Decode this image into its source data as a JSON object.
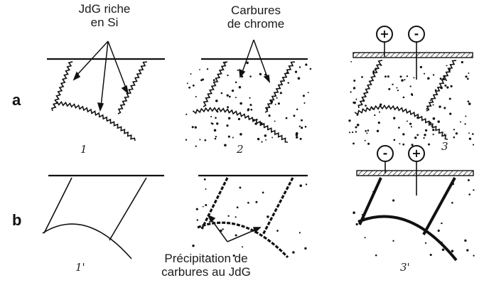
{
  "annotations": {
    "jdg_si": [
      "JdG riche",
      "en Si"
    ],
    "carbures_chrome": [
      "Carbures",
      "de chrome"
    ],
    "precipitation": [
      "Précipitation de",
      "carbures au JdG"
    ]
  },
  "rows": {
    "a": "a",
    "b": "b"
  },
  "panels": {
    "a1": "1",
    "a2": "2",
    "a3": "3",
    "b1": "1'",
    "b3": "3'"
  },
  "electrodes": {
    "a3_left": "+",
    "a3_right": "-",
    "b3_left": "-",
    "b3_right": "+"
  },
  "colors": {
    "ink": "#111111",
    "background": "#ffffff"
  }
}
